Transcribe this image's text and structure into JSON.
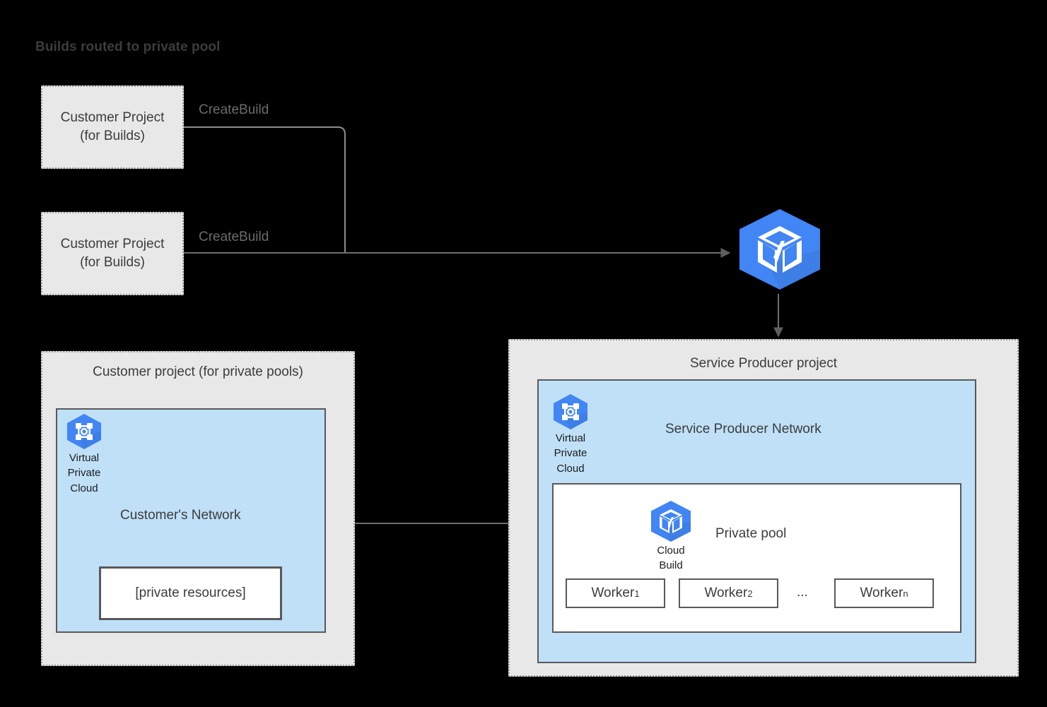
{
  "title": "Builds routed to private pool",
  "build_projects": [
    {
      "line1": "Customer Project",
      "line2": "(for Builds)",
      "edge_label": "CreateBuild"
    },
    {
      "line1": "Customer Project",
      "line2": "(for Builds)",
      "edge_label": "CreateBuild"
    }
  ],
  "cloud_build_service": {
    "icon": "cloud-build-icon"
  },
  "customer_pool_project": {
    "title": "Customer project (for private pools)",
    "network": {
      "label": "Customer's Network",
      "vpc": {
        "icon": "virtual-private-cloud-icon",
        "caption_lines": [
          "Virtual",
          "Private",
          "Cloud"
        ]
      },
      "private_resources": "[private resources]"
    }
  },
  "service_producer_project": {
    "title": "Service Producer project",
    "network": {
      "label": "Service Producer Network",
      "vpc": {
        "icon": "virtual-private-cloud-icon",
        "caption_lines": [
          "Virtual",
          "Private",
          "Cloud"
        ]
      },
      "private_pool": {
        "label": "Private pool",
        "cloud_build": {
          "icon": "cloud-build-icon",
          "caption_lines": [
            "Cloud",
            "Build"
          ]
        },
        "workers": [
          {
            "name": "Worker",
            "subscript": "1"
          },
          {
            "name": "Worker",
            "subscript": "2"
          },
          {
            "name": "Worker",
            "subscript": "n"
          }
        ],
        "ellipsis": "..."
      }
    }
  },
  "colors": {
    "background": "#000000",
    "project_fill": "#e8e8e8",
    "project_border": "#9a9a9a",
    "network_fill": "#bfe0f7",
    "network_border": "#595959",
    "google_blue": "#4285f4",
    "google_blue_dark": "#3f7de0",
    "text": "#3c3c3c",
    "muted_text": "#6b6b6b",
    "connector": "#6e6e6e"
  }
}
